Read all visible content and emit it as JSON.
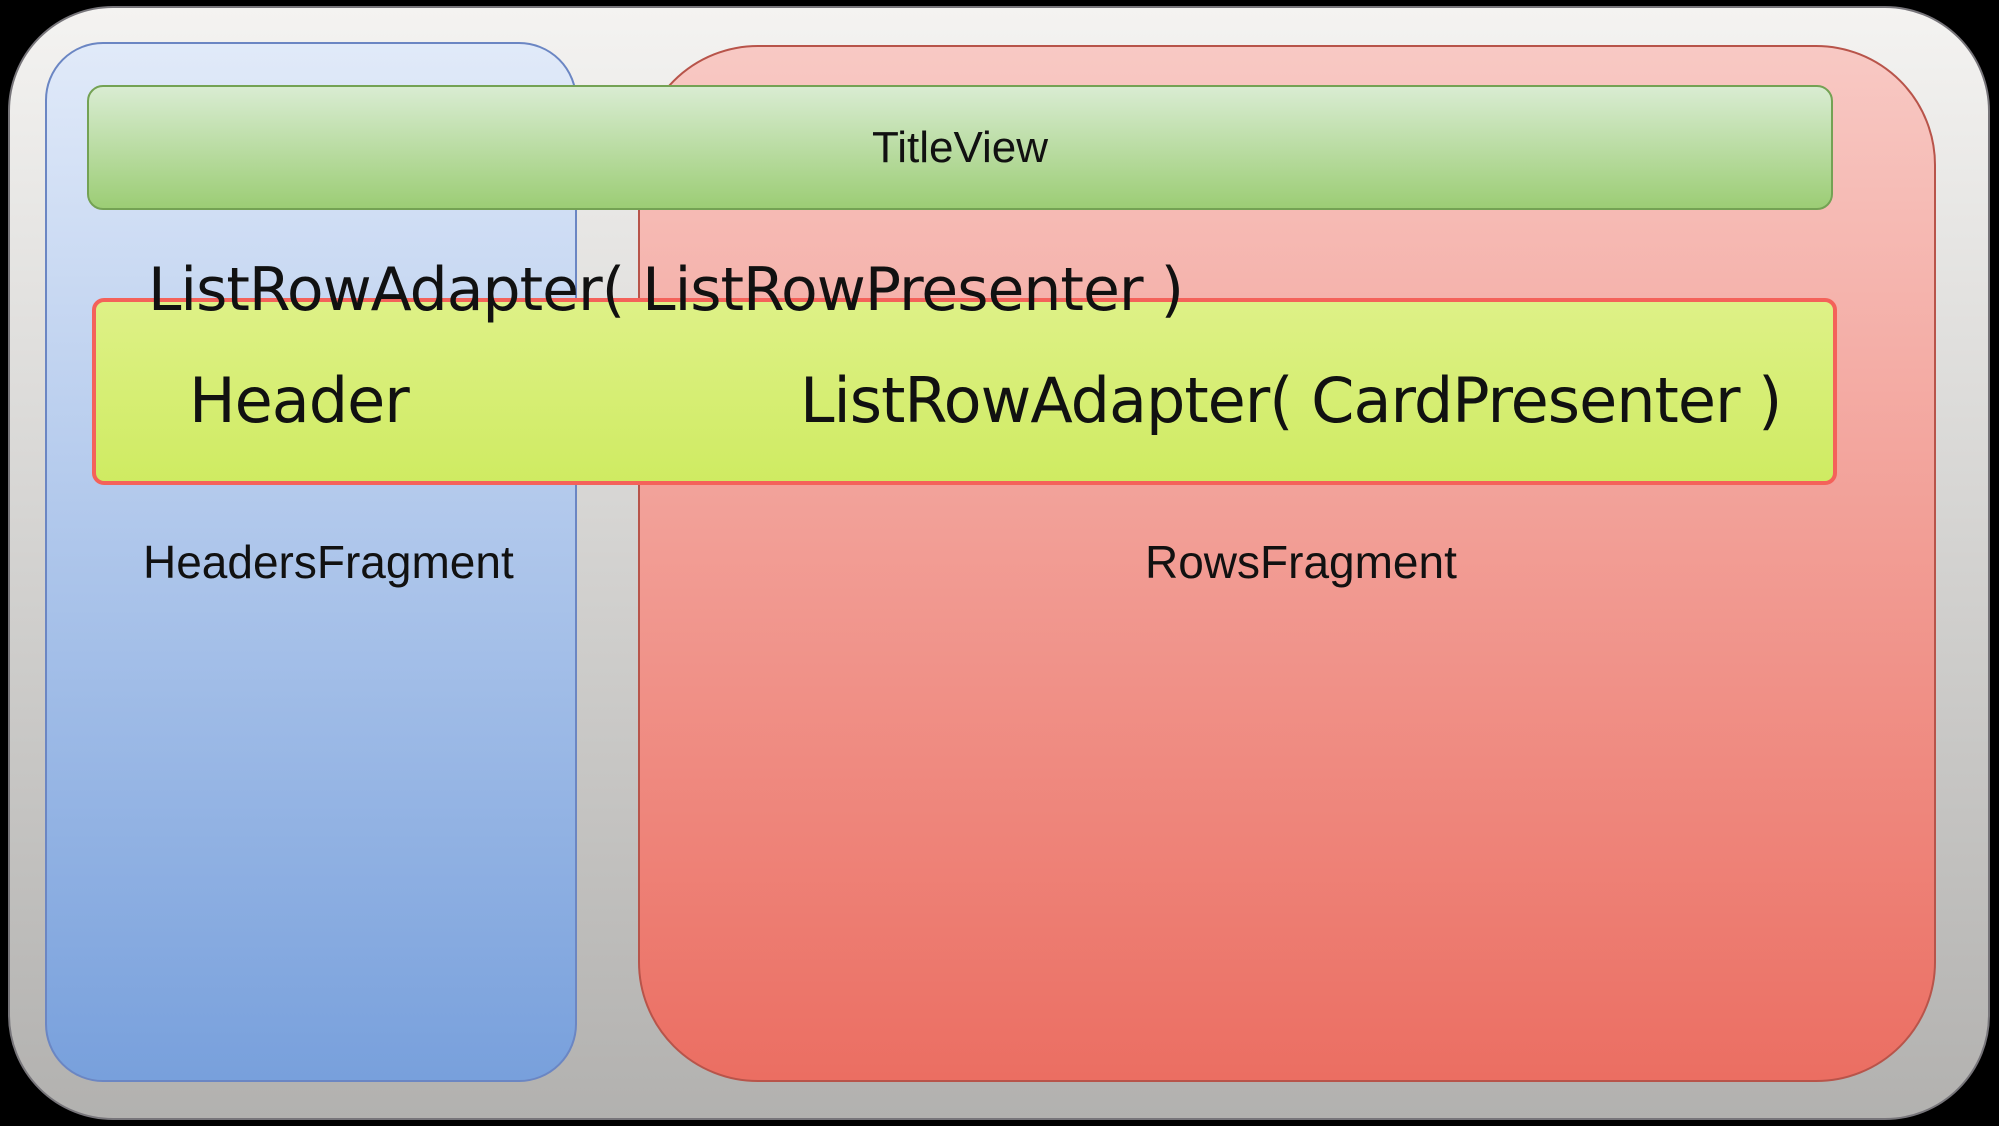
{
  "diagram": {
    "title_view_label": "TitleView",
    "listrow_presenter_label": "ListRowAdapter( ListRowPresenter )",
    "header_cell_label": "Header",
    "card_presenter_label": "ListRowAdapter( CardPresenter )",
    "headers_fragment_label": "HeadersFragment",
    "rows_fragment_label": "RowsFragment"
  },
  "colors": {
    "canvas": "#000000",
    "text": "#111111",
    "outer-top": "#f4f3f1",
    "outer-bottom": "#b2b1af",
    "blue-top": "#e1eaf9",
    "blue-bottom": "#78a0dc",
    "blue-border": "#6b86c3",
    "red-top": "#f8c9c4",
    "red-bottom": "#eb6e62",
    "red-border": "#b8544a",
    "green-top": "#d9ecd2",
    "green-bottom": "#9ccd75",
    "green-border": "#74a254",
    "yellow-top": "#def187",
    "yellow-bottom": "#cfeb62",
    "yellow-border": "#f4625a"
  }
}
